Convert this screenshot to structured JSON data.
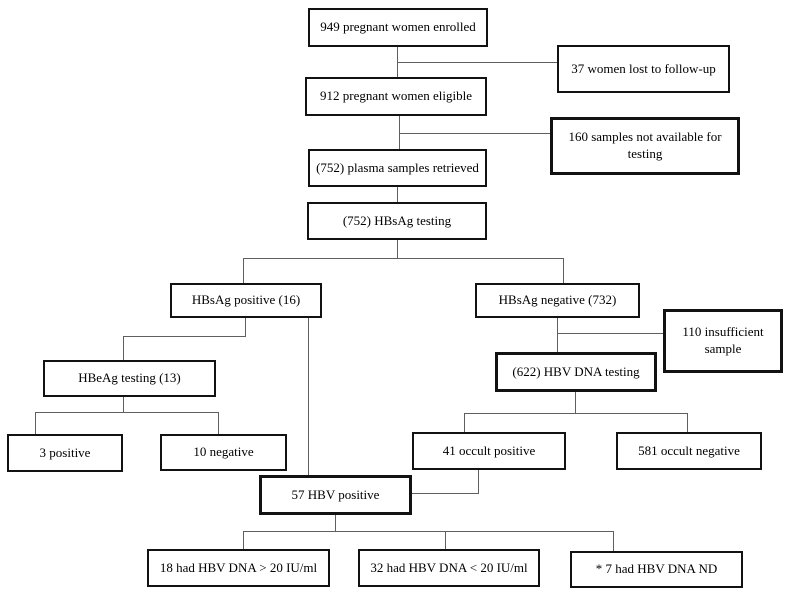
{
  "figure": {
    "type": "flowchart",
    "background": "#ffffff",
    "box_border_color": "#121212",
    "connector_color": "#5f5f5f"
  },
  "nodes": {
    "enrolled": {
      "label": "949 pregnant women enrolled"
    },
    "lost_followup": {
      "label": "37 women lost to follow-up"
    },
    "eligible": {
      "label": "912 pregnant women eligible"
    },
    "not_available": {
      "label": "160 samples not available for testing"
    },
    "plasma_retrieved": {
      "label": "(752) plasma samples retrieved"
    },
    "hbsag_testing": {
      "label": "(752) HBsAg testing"
    },
    "hbsag_positive": {
      "label": "HBsAg positive (16)"
    },
    "hbsag_negative": {
      "label": "HBsAg negative (732)"
    },
    "insufficient_sample": {
      "label": "110 insufficient sample"
    },
    "hbv_dna_testing": {
      "label": "(622) HBV DNA testing"
    },
    "hbeag_testing": {
      "label": "HBeAg testing (13)"
    },
    "hbeag_positive_3": {
      "label": "3 positive"
    },
    "hbeag_negative_10": {
      "label": "10 negative"
    },
    "occult_positive_41": {
      "label": "41 occult positive"
    },
    "occult_negative_581": {
      "label": "581 occult negative"
    },
    "hbv_positive_57": {
      "label": "57 HBV positive"
    },
    "dna_gt_20": {
      "label": "18 had HBV DNA > 20 IU/ml"
    },
    "dna_lt_20": {
      "label": "32 had HBV DNA < 20 IU/ml"
    },
    "dna_nd": {
      "label": "* 7 had HBV DNA ND"
    }
  },
  "edges": [
    {
      "from": "enrolled",
      "to": "eligible"
    },
    {
      "from": "enrolled",
      "to": "lost_followup"
    },
    {
      "from": "eligible",
      "to": "plasma_retrieved"
    },
    {
      "from": "eligible",
      "to": "not_available"
    },
    {
      "from": "plasma_retrieved",
      "to": "hbsag_testing"
    },
    {
      "from": "hbsag_testing",
      "to": "hbsag_positive"
    },
    {
      "from": "hbsag_testing",
      "to": "hbsag_negative"
    },
    {
      "from": "hbsag_positive",
      "to": "hbeag_testing"
    },
    {
      "from": "hbsag_positive",
      "to": "hbv_positive_57"
    },
    {
      "from": "hbsag_negative",
      "to": "insufficient_sample"
    },
    {
      "from": "hbsag_negative",
      "to": "hbv_dna_testing"
    },
    {
      "from": "hbeag_testing",
      "to": "hbeag_positive_3"
    },
    {
      "from": "hbeag_testing",
      "to": "hbeag_negative_10"
    },
    {
      "from": "hbv_dna_testing",
      "to": "occult_positive_41"
    },
    {
      "from": "hbv_dna_testing",
      "to": "occult_negative_581"
    },
    {
      "from": "occult_positive_41",
      "to": "hbv_positive_57"
    },
    {
      "from": "hbv_positive_57",
      "to": "dna_gt_20"
    },
    {
      "from": "hbv_positive_57",
      "to": "dna_lt_20"
    },
    {
      "from": "hbv_positive_57",
      "to": "dna_nd"
    }
  ]
}
